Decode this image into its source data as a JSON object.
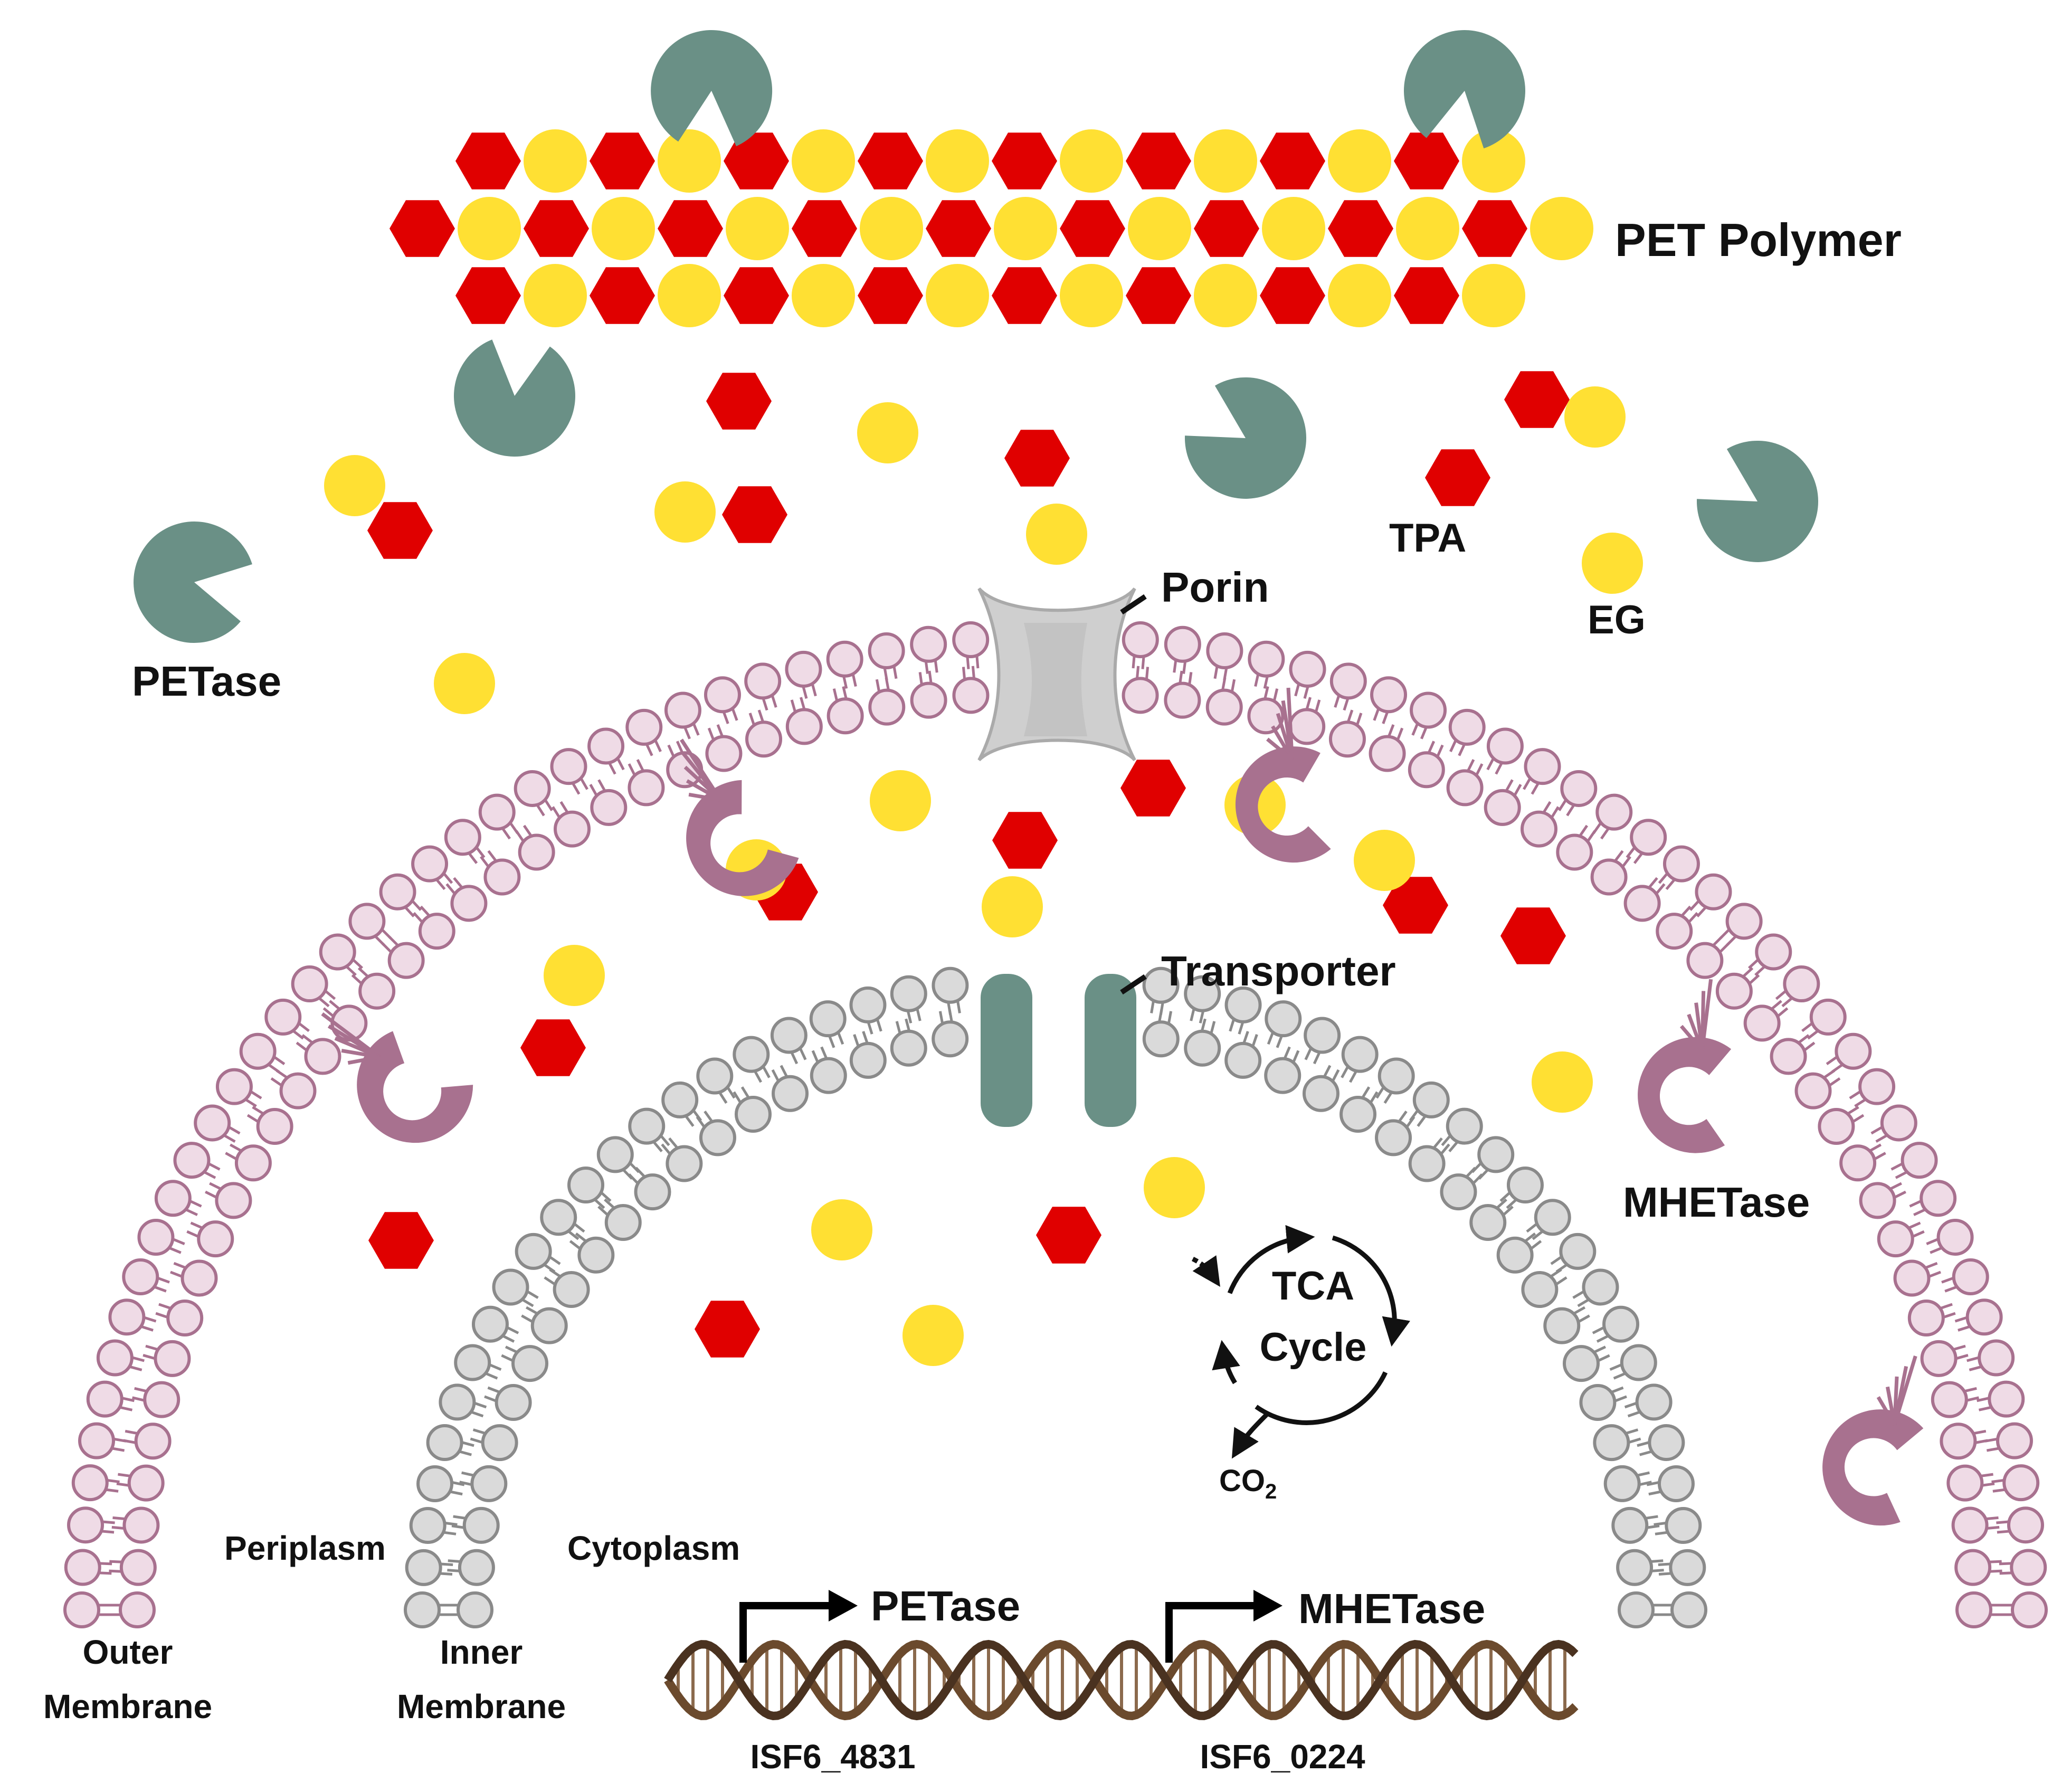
{
  "labels": {
    "pet_polymer": "PET Polymer",
    "porin": "Porin",
    "tpa": "TPA",
    "eg": "EG",
    "petase": "PETase",
    "transporter": "Transporter",
    "mhetase": "MHETase",
    "tca_line1": "TCA",
    "tca_line2": "Cycle",
    "co2_main": "CO",
    "co2_sub": "2",
    "periplasm": "Periplasm",
    "cytoplasm": "Cytoplasm",
    "outer_membrane_line1": "Outer",
    "outer_membrane_line2": "Membrane",
    "inner_membrane_line1": "Inner",
    "inner_membrane_line2": "Membrane",
    "gene_petase": "PETase",
    "gene_mhetase": "MHETase",
    "gene_id_1": "ISF6_4831",
    "gene_id_2": "ISF6_0224"
  },
  "colors": {
    "tpa_red": "#e00000",
    "eg_yellow": "#ffe033",
    "petase_teal": "#6a9086",
    "mhetase_purple": "#a8718f",
    "outer_lipid_fill": "#efdbe6",
    "outer_lipid_stroke": "#a8718f",
    "inner_lipid_fill": "#dadada",
    "inner_lipid_stroke": "#8a8a8a",
    "porin_gray": "#c8c8c8",
    "dna_brown": "#6b4a2d",
    "text": "#111111"
  }
}
